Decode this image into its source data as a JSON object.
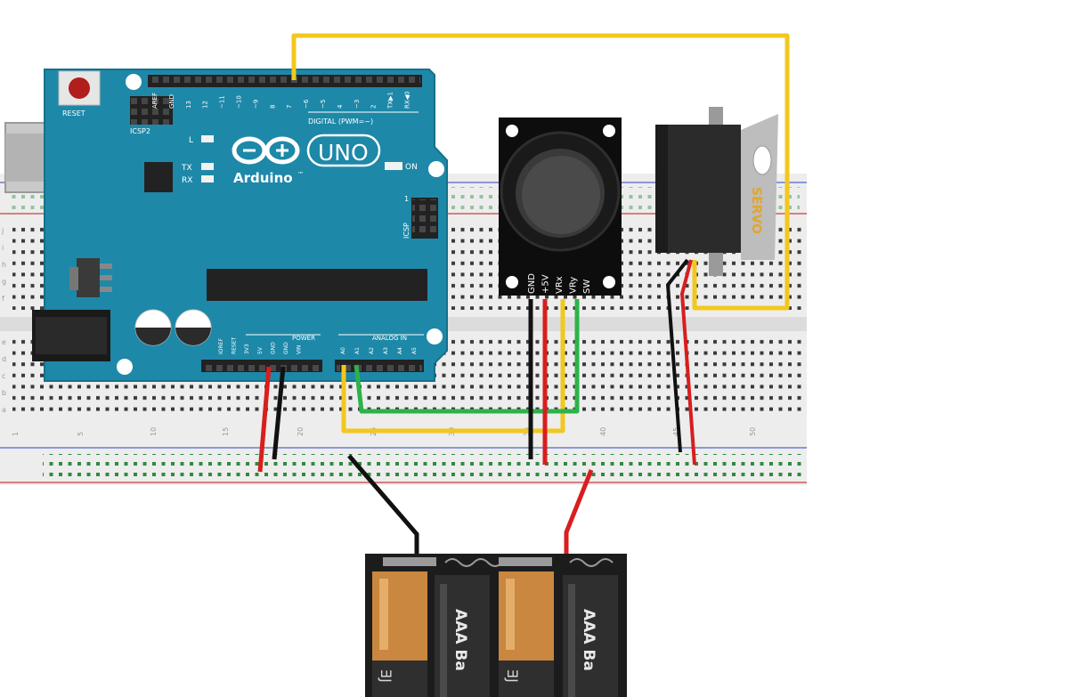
{
  "arduino": {
    "reset_label": "RESET",
    "icsp2_label": "ICSP2",
    "icsp_label": "ICSP",
    "icsp_pin1": "1",
    "l_label": "L",
    "tx_label": "TX",
    "rx_label": "RX",
    "on_label": "ON",
    "brand": "Arduino",
    "trademark": "™",
    "model": "UNO",
    "digital_label": "DIGITAL (PWM=~)",
    "power_label": "POWER",
    "analog_label": "ANALOG IN",
    "digital_pins": [
      "AREF",
      "GND",
      "13",
      "12",
      "~11",
      "~10",
      "~9",
      "8",
      "7",
      "~6",
      "~5",
      "4",
      "~3",
      "2",
      "TX▶1",
      "RX◀0"
    ],
    "power_pins": [
      "IOREF",
      "RESET",
      "3V3",
      "5V",
      "GND",
      "GND",
      "VIN"
    ],
    "analog_pins": [
      "A0",
      "A1",
      "A2",
      "A3",
      "A4",
      "A5"
    ]
  },
  "joystick": {
    "pins": [
      "GND",
      "+5V",
      "VRx",
      "VRy",
      "SW"
    ]
  },
  "servo": {
    "label": "SERVO"
  },
  "battery": {
    "cell_label": "AAA Ba",
    "cell_label_side": "ƎJ"
  },
  "breadboard": {
    "column_numbers": [
      "1",
      "5",
      "10",
      "15",
      "20",
      "25",
      "30",
      "35",
      "40",
      "45",
      "50"
    ],
    "row_letters": [
      "j",
      "i",
      "h",
      "g",
      "f",
      "e",
      "d",
      "c",
      "b",
      "a"
    ]
  },
  "colors": {
    "board_blue": "#1E88A8",
    "wire_yellow": "#F2C81E",
    "wire_green": "#2DB24A",
    "wire_red": "#D81E1E",
    "wire_black": "#111111",
    "servo_body": "#2B2B2B",
    "servo_text": "#E2A52A",
    "battery_copper": "#C9873F"
  }
}
